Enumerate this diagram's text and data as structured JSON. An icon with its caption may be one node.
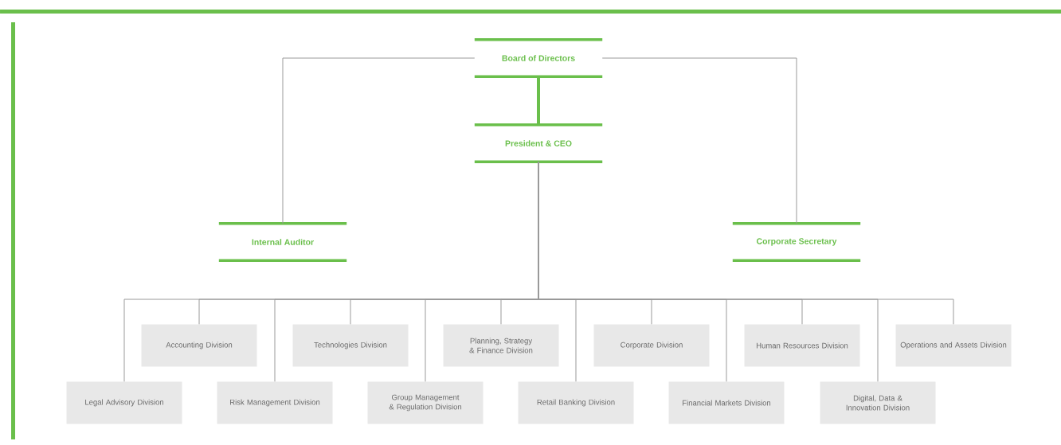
{
  "diagram": {
    "nodes": [
      {
        "text": [
          "Board of Directors"
        ]
      },
      {
        "text": [
          "President & CEO"
        ]
      },
      {
        "text": [
          "Internal Auditor"
        ]
      },
      {
        "text": [
          "Corporate Secretary"
        ]
      },
      {
        "text": [
          "Legal Advisory Division"
        ]
      },
      {
        "text": [
          "Accounting Division"
        ]
      },
      {
        "text": [
          "Risk Management Division"
        ]
      },
      {
        "text": [
          "Technologies Division"
        ]
      },
      {
        "text": [
          "Group Management & Regulation Division"
        ]
      },
      {
        "text": [
          "Planning, Strategy & Finance Division"
        ]
      },
      {
        "text": [
          "Retail Banking Division"
        ]
      },
      {
        "text": [
          "Corporate Division"
        ]
      },
      {
        "text": [
          "Financial Markets Division"
        ]
      },
      {
        "text": [
          "Human Resources Division"
        ]
      },
      {
        "text": [
          "Digital, Data & Innovation Division"
        ]
      },
      {
        "text": [
          "Operations and Assets Division"
        ]
      }
    ],
    "edges": [
      {
        "from": 0,
        "to": 1,
        "arrow": "none",
        "style": "thick",
        "color": "#6abf4b"
      },
      {
        "from": 0,
        "to": 2,
        "arrow": "none"
      },
      {
        "from": 0,
        "to": 3,
        "arrow": "none"
      },
      {
        "from": 1,
        "to": 4,
        "arrow": "none"
      },
      {
        "from": 1,
        "to": 5,
        "arrow": "none"
      },
      {
        "from": 1,
        "to": 6,
        "arrow": "none"
      },
      {
        "from": 1,
        "to": 7,
        "arrow": "none"
      },
      {
        "from": 1,
        "to": 8,
        "arrow": "none"
      },
      {
        "from": 1,
        "to": 9,
        "arrow": "none"
      },
      {
        "from": 1,
        "to": 10,
        "arrow": "none"
      },
      {
        "from": 1,
        "to": 11,
        "arrow": "none"
      },
      {
        "from": 1,
        "to": 12,
        "arrow": "none"
      },
      {
        "from": 1,
        "to": 13,
        "arrow": "none"
      },
      {
        "from": 1,
        "to": 14,
        "arrow": "none"
      },
      {
        "from": 1,
        "to": 15,
        "arrow": "none"
      }
    ]
  }
}
